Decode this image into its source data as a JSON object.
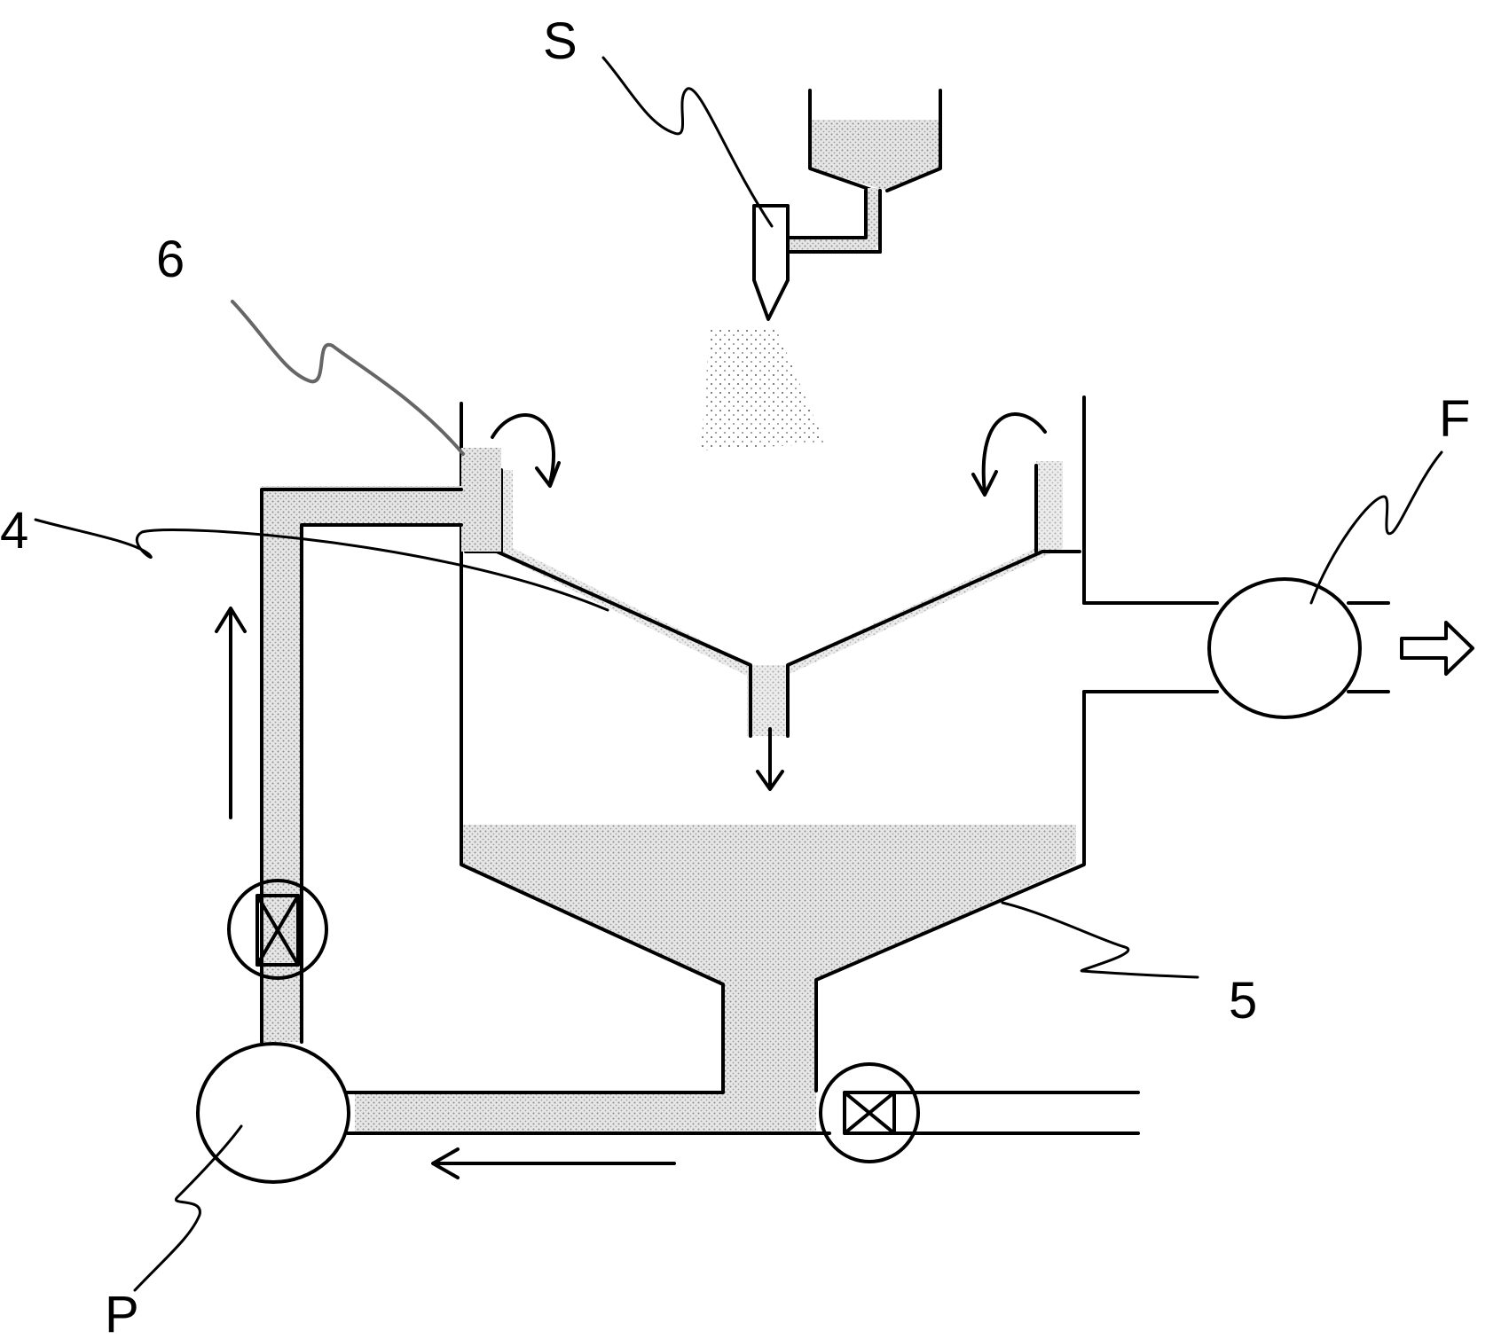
{
  "labels": {
    "S": "S",
    "six": "6",
    "four": "4",
    "F": "F",
    "five": "5",
    "P": "P"
  },
  "colors": {
    "line": "#000000",
    "powder": "#b8b8b8",
    "background": "#ffffff"
  }
}
